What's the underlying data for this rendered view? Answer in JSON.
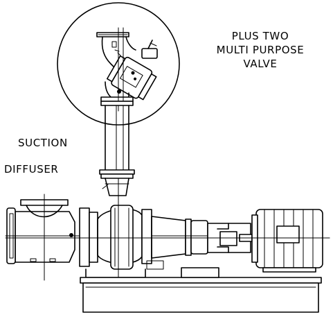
{
  "labels": {
    "valve_line1": "PLUS TWO",
    "valve_line2": "MULTI PURPOSE",
    "valve_line3": "VALVE",
    "suction_line1": "SUCTION",
    "suction_line2": "DIFFUSER"
  }
}
